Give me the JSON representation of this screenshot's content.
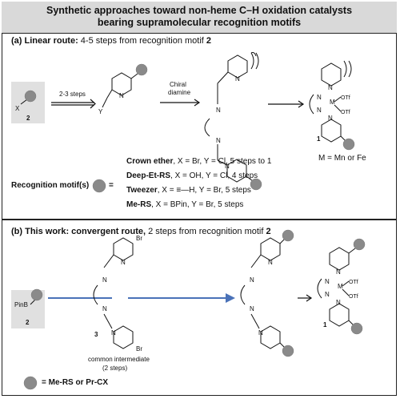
{
  "header": {
    "line1": "Synthetic approaches toward non-heme C–H oxidation catalysts",
    "line2": "bearing supramolecular recognition motifs"
  },
  "section_a": {
    "label": "(a) Linear route:",
    "detail": " 4-5 steps from recognition motif ",
    "motif_num": "2",
    "arrow1_label": "2-3 steps",
    "arrow2_label_1": "Chiral",
    "arrow2_label_2": "diamine",
    "start_x": "X",
    "start_num": "2",
    "mid_y": "Y",
    "catalyst_num": "1",
    "metal_note": "M = Mn or Fe",
    "recognition_label": "Recognition motif(s)",
    "equals": "=",
    "routes": [
      {
        "name": "Crown ether",
        "text": ", X = Br, Y = Cl, 5 steps to 1"
      },
      {
        "name": "Deep-Et-RS",
        "text": ", X = OH, Y = Cl, 4 steps"
      },
      {
        "name": "Tweezer",
        "text": ", X = ",
        "alkyne": "≡—H",
        "text2": ", Y = Br, 5 steps"
      },
      {
        "name": "Me-RS",
        "text": ", X = BPin, Y = Br, 5 steps"
      }
    ]
  },
  "section_b": {
    "label": "(b) This work: convergent route,",
    "detail": " 2 steps from recognition motif ",
    "motif_num": "2",
    "pinb": "PinB",
    "start_num": "2",
    "intermediate_num": "3",
    "intermediate_caption_1": "common intermediate",
    "intermediate_caption_2": "(2 steps)",
    "catalyst_num": "1",
    "legend": "= Me-RS or Pr-CX",
    "br": "Br"
  },
  "atoms": {
    "N": "N",
    "M": "M",
    "OTf": "OTf"
  },
  "colors": {
    "arrow_blue": "#4a72b8",
    "circle": "#8a8a8a",
    "header_bg": "#d9d9d9",
    "box_bg": "#e0e0e0"
  }
}
